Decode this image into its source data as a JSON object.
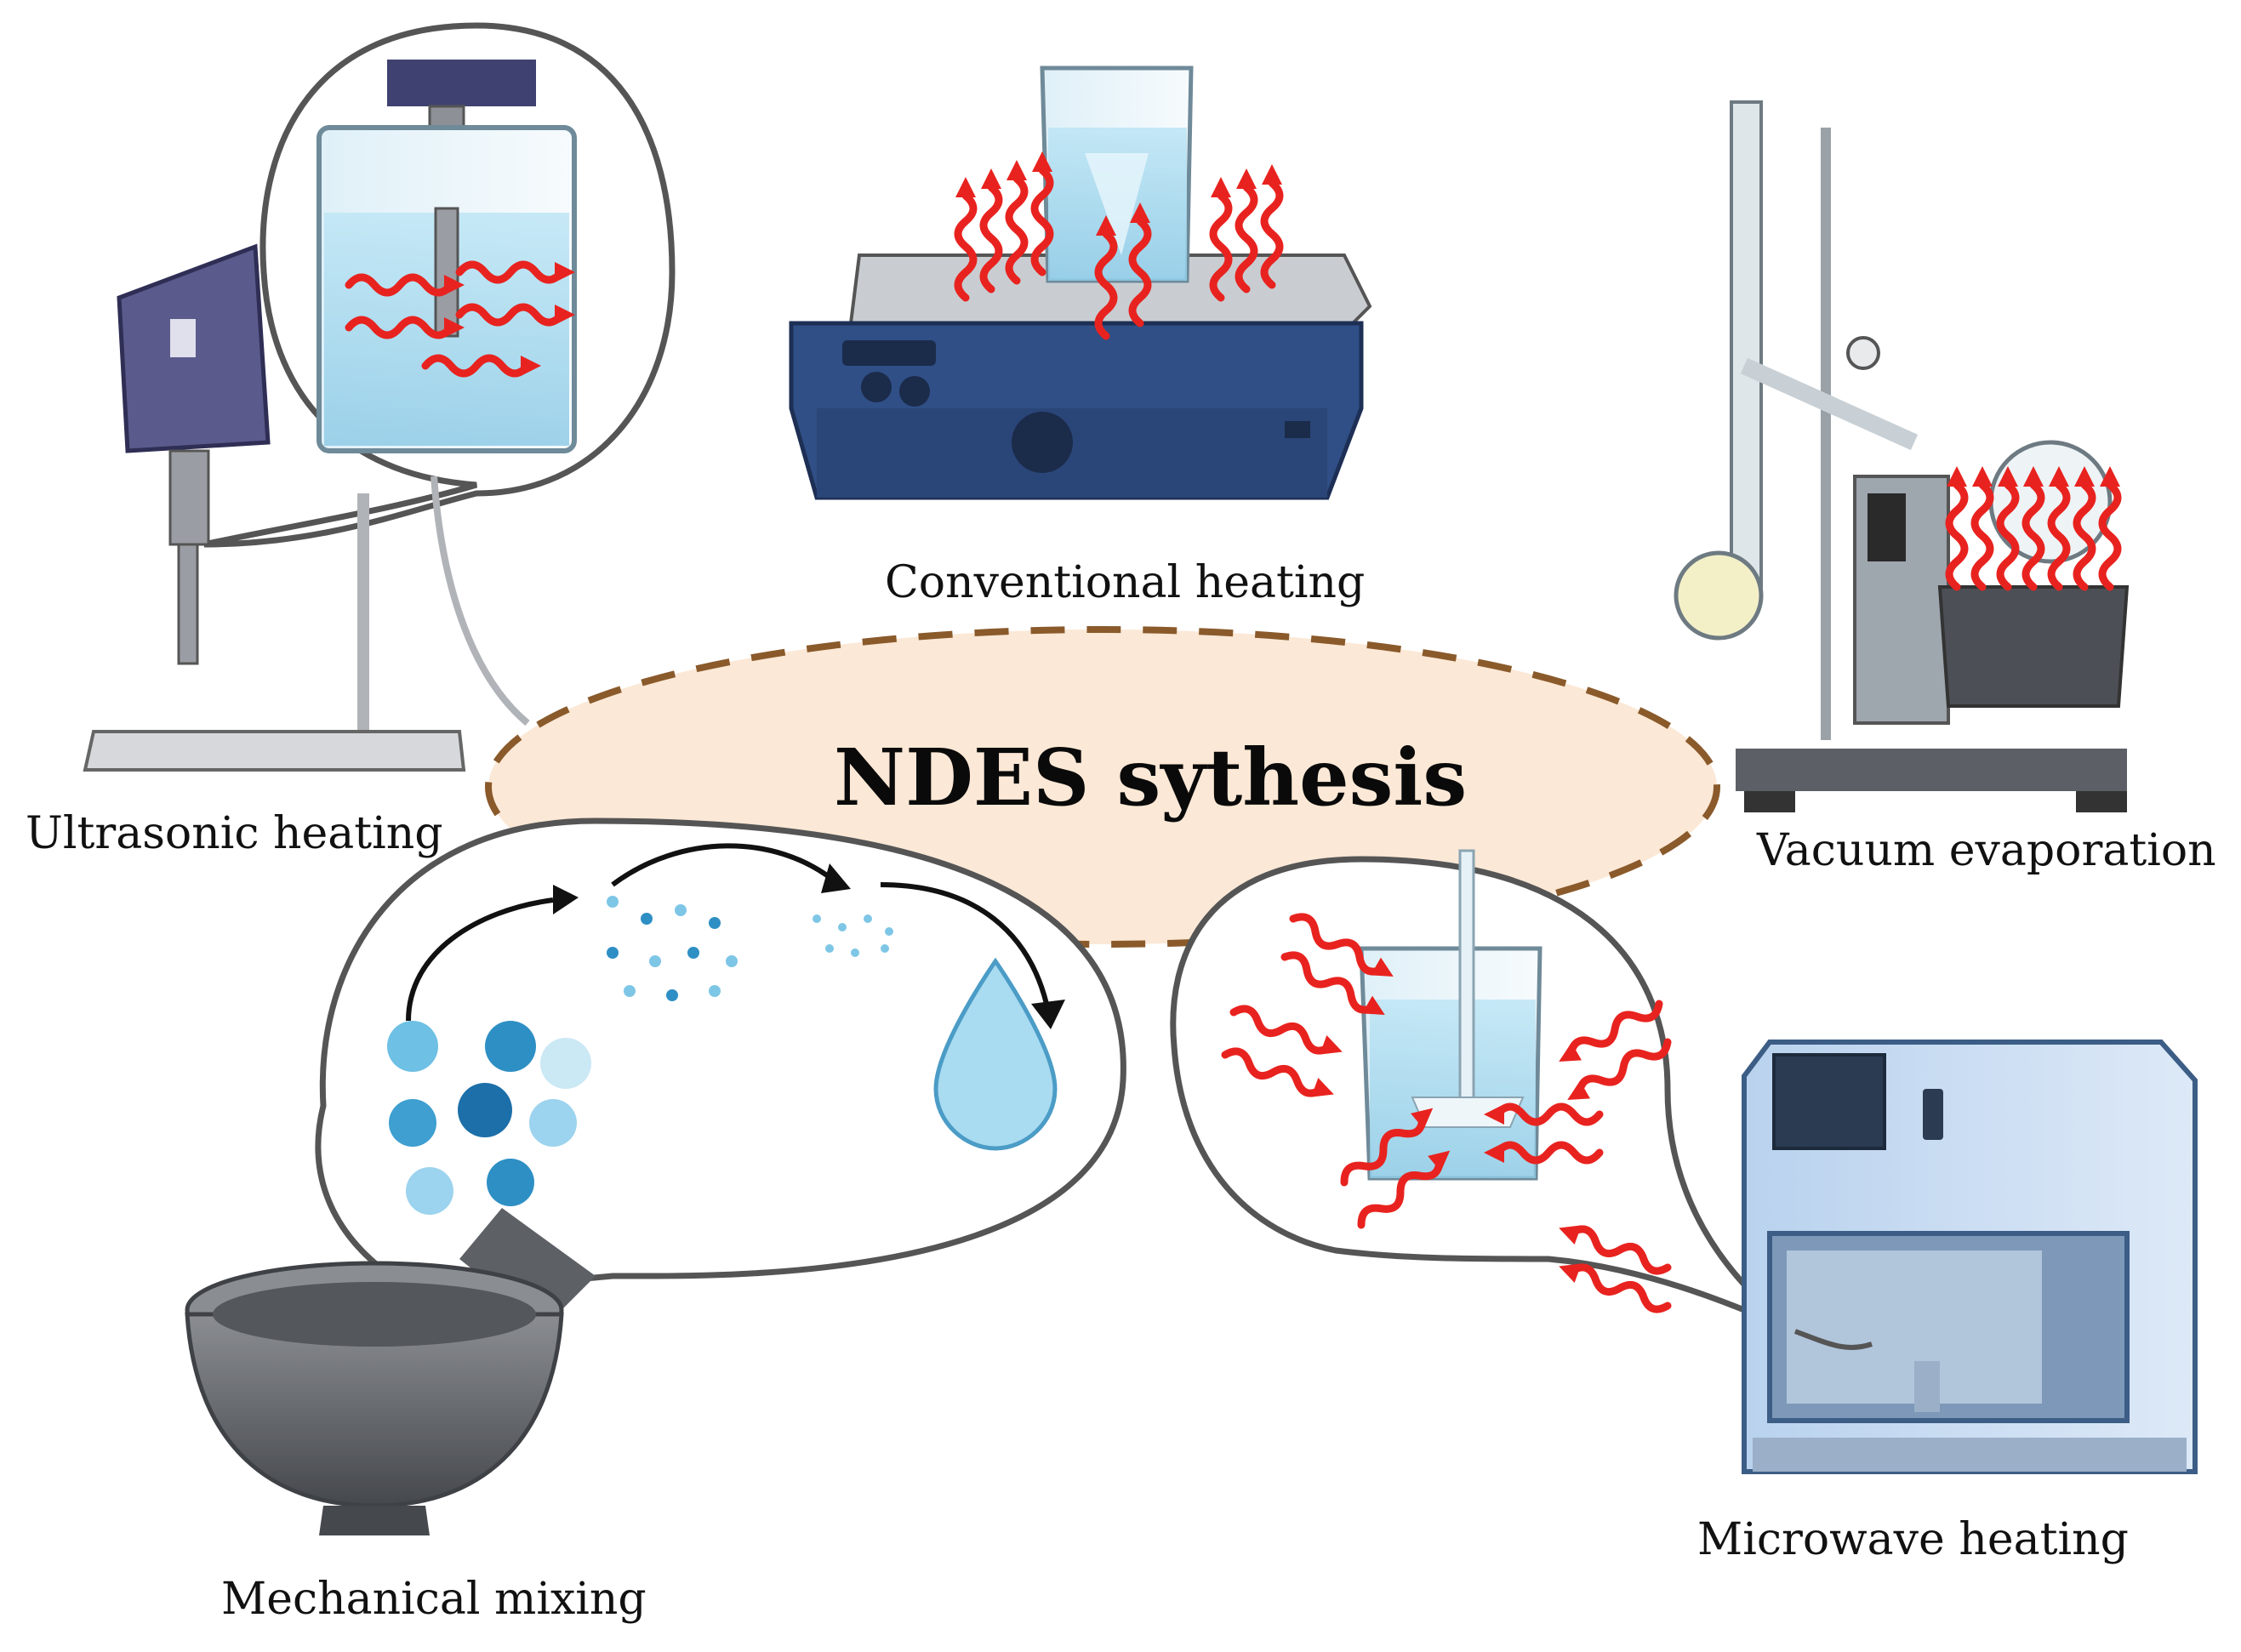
{
  "center": {
    "title": "NDES sythesis"
  },
  "methods": {
    "conventional": "Conventional heating",
    "ultrasonic": "Ultrasonic heating",
    "vacuum": "Vacuum evaporation",
    "mechanical": "Mechanical mixing",
    "microwave": "Microwave heating"
  },
  "colors": {
    "ellipse_fill": "#fbe8d6",
    "ellipse_stroke": "#8a5a2b",
    "heat_arrows": "#e8231f",
    "liquid": "#bfe3f2",
    "device_blue": "#2f4f86",
    "device_purple": "#5b5a8c",
    "mortar_gray": "#6b6e73",
    "microwave_body": "#cfe0f3"
  }
}
